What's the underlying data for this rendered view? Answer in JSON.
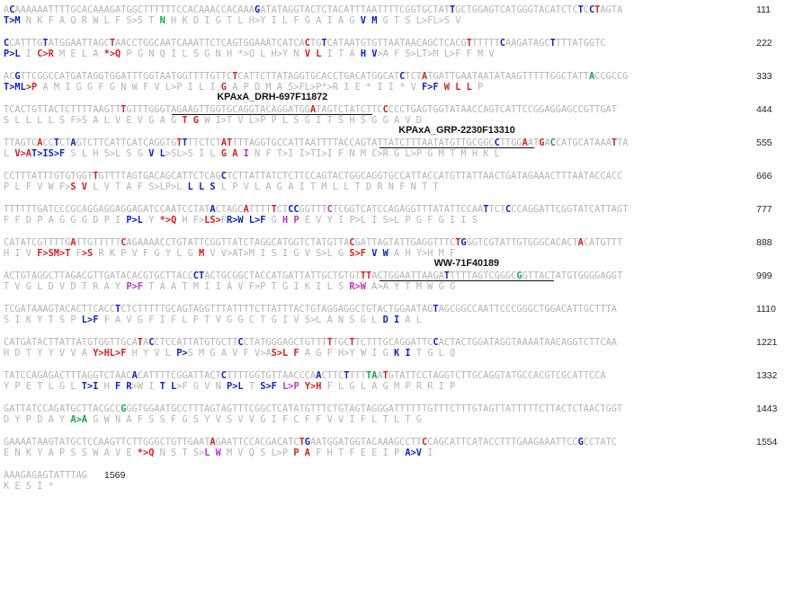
{
  "colors": {
    "b": "#0b22c8",
    "r": "#d81e1e",
    "g": "#17a34a",
    "m": "#bb33c8",
    "base": "#b4b4b4"
  },
  "rows": [
    {
      "end": "111",
      "nt": "ACAAAAAATTTTGCACAAAGATGGCTTTTTTCCACAAACCACAAAGATATAGGTACTCTACATTTAATTTTCGGTGCTATTGCTGGAGTCATGGGTACATCTCTCCTAGTA",
      "nt_hl": [
        [
          1,
          "b"
        ],
        [
          45,
          "b"
        ],
        [
          80,
          "b"
        ],
        [
          103,
          "b"
        ],
        [
          105,
          "b"
        ],
        [
          106,
          "r"
        ]
      ],
      "aa": "T>M N K F A Q R W L F S>S T N H K D I G T L H>Y I L F G A I A G V M G T S L>FL>S V",
      "aa_hl": [
        [
          0,
          3,
          "b"
        ],
        [
          27,
          3,
          "g"
        ],
        [
          64,
          3,
          "b"
        ],
        [
          148,
          3,
          "b"
        ],
        [
          151,
          3,
          "m"
        ]
      ]
    },
    {
      "end": "222",
      "nt": "CCATTTGTATGGAATTAGCTAACCTGGCAATCAAATTCTCAGTGGAAATCATCACTGTCATAATGTGTTAATAACAGCTCACGTTTTTTCAAGATAGCTTTTATGGTC",
      "nt_hl": [
        [
          0,
          "b"
        ],
        [
          7,
          "b"
        ],
        [
          19,
          "r"
        ],
        [
          54,
          "r"
        ],
        [
          57,
          "b"
        ],
        [
          83,
          "r"
        ],
        [
          89,
          "b"
        ],
        [
          98,
          "b"
        ]
      ],
      "aa": "P>L I C>R M E L A *>Q P G N Q I L S G N H *>Q L H>Y N V L I T A H V>A F S>LT>M L>F F M V",
      "aa_hl": [
        [
          0,
          3,
          "b"
        ],
        [
          6,
          3,
          "r"
        ],
        [
          18,
          3,
          "r"
        ],
        [
          54,
          3,
          "r"
        ],
        [
          64,
          3,
          "b"
        ],
        [
          102,
          3,
          "r"
        ],
        [
          108,
          7,
          "b"
        ],
        [
          118,
          3,
          "b"
        ]
      ]
    },
    {
      "end": "333",
      "nt": "ACGTTCGGCCATGATAGGTGGATTTGGTAATGGTTTTGTTCTCATTCTTATAGGTGCACCTGACATGGCATCTCTATGATTGAATAATATAAGTTTTTGGCTATTACCGCCG",
      "nt_hl": [
        [
          2,
          "b"
        ],
        [
          41,
          "r"
        ],
        [
          71,
          "b"
        ],
        [
          75,
          "r"
        ],
        [
          105,
          "g"
        ]
      ],
      "aa": "T>ML>P A M I G G F G N W F V L>P I L I G A P D M A S>FL>P*>R I E * I I * V F>F W L L P",
      "aa_hl": [
        [
          0,
          7,
          "b"
        ],
        [
          4,
          3,
          "r"
        ],
        [
          38,
          3,
          "r"
        ],
        [
          74,
          4,
          "b"
        ],
        [
          78,
          3,
          "r"
        ],
        [
          81,
          3,
          "r"
        ],
        [
          108,
          3,
          "g"
        ]
      ]
    },
    {
      "end": "444",
      "nt": "TCACTGTTACTCTTTTAAGTTTGTTTGGGTAGAAGTTGGTGCAGGTACAGGATGGATAGTCTATCTTCCCCCTGAGTGGTATAACCAGTCATTCCGGAGGAGCCGTTGAT",
      "nt_hl": [
        [
          21,
          "r"
        ],
        [
          55,
          "r"
        ],
        [
          68,
          "r"
        ]
      ],
      "aa": "S L L L L S F>S A L V E V G A G T G W I>T V L>P P L S G I T S H S G G A V D",
      "aa_hl": [
        [
          32,
          3,
          "r"
        ],
        [
          99,
          3,
          "r"
        ],
        [
          112,
          3,
          "r"
        ]
      ]
    },
    {
      "end": "555",
      "nt": "TTAGTCACCTCTAGTCTTCATTCATCAGGTGTTTTCTCTATTTTAGGTGCCATTAATTTTACCAGTATTATCTTTAATATGTTGCGGCCTTGGAATGACCATGCATAAATTA",
      "nt_hl": [
        [
          6,
          "r"
        ],
        [
          9,
          "b"
        ],
        [
          12,
          "b"
        ],
        [
          31,
          "r"
        ],
        [
          32,
          "b"
        ],
        [
          39,
          "r"
        ],
        [
          40,
          "r"
        ],
        [
          88,
          "b"
        ],
        [
          93,
          "r"
        ],
        [
          96,
          "r"
        ],
        [
          98,
          "g"
        ],
        [
          109,
          "r"
        ],
        [
          130,
          "r"
        ]
      ],
      "aa": "L V>AT>IS>F S L H S>L S G V L>SL>S I L G A I N F T>I I>TI>I F N M C>R G L>P G M T M H K L",
      "aa_hl": [
        [
          2,
          3,
          "r"
        ],
        [
          5,
          4,
          "b"
        ],
        [
          9,
          3,
          "b"
        ],
        [
          26,
          3,
          "b"
        ],
        [
          38,
          7,
          "r"
        ],
        [
          42,
          3,
          "m"
        ],
        [
          96,
          3,
          "b"
        ],
        [
          102,
          4,
          "r"
        ],
        [
          106,
          3,
          "g"
        ],
        [
          122,
          3,
          "r"
        ],
        [
          130,
          3,
          "r"
        ]
      ]
    },
    {
      "end": "666",
      "nt": "CCTTTATTTGTGTGGTTGTTTTAGTGACAGCATTCTCAGCTCTTATTATCTCTTCCAGTACTGGCAGGTGCCATTACCATGTTATTAACTGATAGAAACTTTAATACCACC",
      "nt_hl": [
        [
          16,
          "r"
        ],
        [
          39,
          "b"
        ]
      ],
      "aa": "P L F V W F>S V L V T A F S>LP>L L L S L P V L A G A I T M L L T D R N F N T T",
      "aa_hl": [
        [
          12,
          3,
          "r"
        ],
        [
          32,
          7,
          "b"
        ]
      ]
    },
    {
      "end": "777",
      "nt": "TTTTTTGATCCCGCAGGAGGAGGAGATCCAATCCTATACTAGCATTTTTCTCCGGTTTCTCGGTCATCCAGAGGTTTATATTCCAATTCTCCCAGGATTCGGTATCATTAGT",
      "nt_hl": [
        [
          37,
          "b"
        ],
        [
          43,
          "r"
        ],
        [
          48,
          "r"
        ],
        [
          51,
          "b"
        ],
        [
          52,
          "b"
        ],
        [
          58,
          "m"
        ],
        [
          86,
          "b"
        ],
        [
          90,
          "b"
        ]
      ],
      "aa": "F F D P A G G G D P I P>L Y *>Q H F>LS>FR>W L>F G H P E V Y I P>L I S>L P G F G I I S",
      "aa_hl": [
        [
          22,
          3,
          "b"
        ],
        [
          28,
          3,
          "r"
        ],
        [
          36,
          3,
          "r"
        ],
        [
          40,
          7,
          "b"
        ],
        [
          44,
          3,
          "b"
        ],
        [
          50,
          3,
          "m"
        ],
        [
          88,
          3,
          "b"
        ],
        [
          96,
          3,
          "b"
        ]
      ]
    },
    {
      "end": "888",
      "nt": "CATATCGTTTTGATTGTTTTTCAGAAAACCTGTATTCGGTTATCTAGGCATGGTCTATGTTACGATTAGTATTGAGGTTTCTGGGTCGTATTGTGGGCACACTACATGTTT",
      "nt_hl": [
        [
          12,
          "r"
        ],
        [
          21,
          "r"
        ],
        [
          62,
          "r"
        ],
        [
          81,
          "r"
        ],
        [
          82,
          "b"
        ],
        [
          103,
          "r"
        ]
      ],
      "aa": "H I V F>SM>T F>S R K P V F G Y L G M V V>AT>M I S I G V S>L G S>F V W A H Y>H M F",
      "aa_hl": [
        [
          6,
          7,
          "r"
        ],
        [
          14,
          3,
          "r"
        ],
        [
          34,
          3,
          "r"
        ],
        [
          62,
          3,
          "r"
        ],
        [
          66,
          3,
          "b"
        ],
        [
          84,
          3,
          "m"
        ],
        [
          88,
          3,
          "b"
        ],
        [
          110,
          3,
          "r"
        ]
      ]
    },
    {
      "end": "999",
      "nt": "ACTGTAGGCTTAGACGTTGATACACGTGCTTACCCTACTGCGGCTACCATGATTATTGCTGTGTTTACTGGAATTAAGATTTTTAGTCGGGCGGTTACTATGTGGGGAGGT",
      "nt_hl": [
        [
          34,
          "b"
        ],
        [
          35,
          "b"
        ],
        [
          64,
          "r"
        ],
        [
          65,
          "r"
        ],
        [
          79,
          "b"
        ],
        [
          92,
          "g"
        ]
      ],
      "aa": "T V G L D V D T R A Y P>F T A A T M I I A V F>P T G I K I L S R>W A>A Y T M W G G",
      "aa_hl": [
        [
          22,
          3,
          "m"
        ],
        [
          62,
          3,
          "m"
        ],
        [
          92,
          3,
          "b"
        ],
        [
          98,
          3,
          "g"
        ]
      ]
    },
    {
      "end": "1110",
      "nt": "TCGATAAAGTACACTTCACCTCTCTTTTTGCAGTAGGTTTATTTTCTTATTTACTGTAGGAGGCTGTACTGGAATAGTAGCGGCCAATTCCCGGGCTGGACATTGCTTTA",
      "nt_hl": [
        [
          20,
          "b"
        ],
        [
          77,
          "b"
        ]
      ],
      "aa": "S I K Y T S P L>F F A V G F I F L F T V G G C T G I V S>L A N S G L D I A L",
      "aa_hl": [
        [
          14,
          3,
          "b"
        ],
        [
          68,
          3,
          "b"
        ]
      ]
    },
    {
      "end": "1221",
      "nt": "CATGATACTTATTATGTGGTTGCATACCTCCATTATGTGCTTCCTATGGGAGCTGTTTTTGCTTCTTTGCAGGATTCCACTACTGGATAGGTAAAATAACAGGTCTTCAA",
      "nt_hl": [
        [
          24,
          "r"
        ],
        [
          26,
          "b"
        ],
        [
          42,
          "b"
        ],
        [
          58,
          "r"
        ],
        [
          62,
          "r"
        ],
        [
          77,
          "b"
        ]
      ],
      "aa": "H D T Y Y V V A Y>HL>F H Y V L P>S M G A V F V>AS>L F A G F H>Y W I G K I T G L Q",
      "aa_hl": [
        [
          16,
          7,
          "r"
        ],
        [
          30,
          3,
          "b"
        ],
        [
          48,
          3,
          "r"
        ],
        [
          51,
          3,
          "r"
        ],
        [
          70,
          3,
          "b"
        ]
      ]
    },
    {
      "end": "1332",
      "nt": "TATCCAGAGACTTTAGGTCTAACACATTTTCGGATTACTCTTTTGGTGTTAACCCAACTTCTTTTTAATGTATTCCTAGGTCTTGCAGGTATGCCACGTCGCATTCCA",
      "nt_hl": [
        [
          23,
          "b"
        ],
        [
          39,
          "b"
        ],
        [
          56,
          "b"
        ],
        [
          61,
          "b"
        ],
        [
          65,
          "g"
        ],
        [
          66,
          "g"
        ],
        [
          68,
          "r"
        ]
      ],
      "aa": "Y P E T L G L T>I H F R>W I T L>F G V N P>L T S>F L>P Y>H F L G L A G M P R R I P",
      "aa_hl": [
        [
          14,
          3,
          "b"
        ],
        [
          20,
          3,
          "b"
        ],
        [
          28,
          3,
          "b"
        ],
        [
          40,
          3,
          "b"
        ],
        [
          46,
          3,
          "b"
        ],
        [
          50,
          3,
          "m"
        ],
        [
          54,
          3,
          "r"
        ]
      ]
    },
    {
      "end": "1443",
      "nt": "GATTATCCAGATGCTTACGCCGGGTGGAATGCCTTTAGTAGTTTCGGCTCATATGTTTCTGTAGTAGGGATTTTTTGTTTCTTTGTAGTTATTTTTCTTACTCTAACTGGT",
      "nt_hl": [
        [
          21,
          "g"
        ]
      ],
      "aa": "D Y P D A Y A>A G W N A F S S F G S Y V S V V G I F C F F V V I F L T L T G",
      "aa_hl": [
        [
          12,
          3,
          "g"
        ]
      ]
    },
    {
      "end": "1554",
      "nt": "GAAAATAAGTATGCTCCAAGTTCTTGGGCTGTTGAATAGAATTCCACGACATCTGAATGGATGGTACAAAGCCTTCCAGCATTCATACCTTTGAAGAAATTCCGCCTATC",
      "nt_hl": [
        [
          37,
          "r"
        ],
        [
          53,
          "r"
        ],
        [
          54,
          "b"
        ],
        [
          75,
          "r"
        ],
        [
          103,
          "b"
        ]
      ],
      "aa": "E N K Y A P S S W A V E *>Q N S T S>L W M V Q S L>P P A F H T F E E I P A>V I",
      "aa_hl": [
        [
          24,
          3,
          "r"
        ],
        [
          36,
          3,
          "m"
        ],
        [
          52,
          3,
          "r"
        ],
        [
          72,
          3,
          "b"
        ]
      ]
    },
    {
      "end": "1569",
      "nt": "AAAGAGAGTATTTAG",
      "nt_hl": [],
      "aa": "K E S I *",
      "aa_hl": []
    }
  ],
  "primers": [
    {
      "row": 3,
      "label": "KPAxA_DRH-697F11872",
      "start": 26,
      "end": 57
    },
    {
      "row": 4,
      "label": "KPAxA_GRP-2230F13310",
      "start": 58,
      "end": 82
    },
    {
      "row": 8,
      "label": "WW-71F40189",
      "start": 58,
      "end": 85
    }
  ]
}
